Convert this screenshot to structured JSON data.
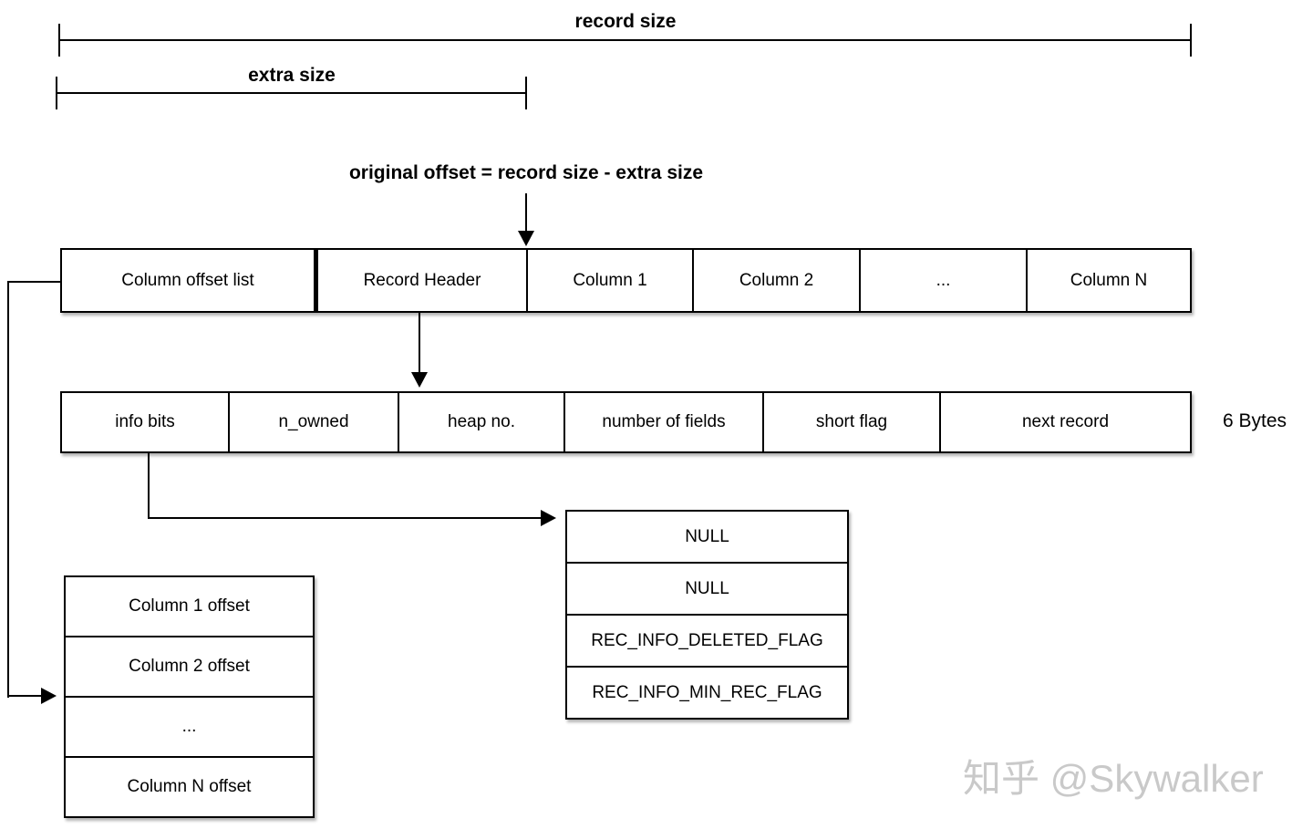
{
  "diagram": {
    "background": "#ffffff",
    "line_color": "#000000",
    "watermark_color": "#c9c9c9"
  },
  "brackets": {
    "record_size": "record size",
    "extra_size": "extra size"
  },
  "formula": "original offset = record size - extra size",
  "record_row": {
    "cells": [
      "Column offset list",
      "Record Header",
      "Column 1",
      "Column 2",
      "...",
      "Column N"
    ]
  },
  "header_row": {
    "cells": [
      "info bits",
      "n_owned",
      "heap no.",
      "number of fields",
      "short flag",
      "next record"
    ],
    "size_note": "6 Bytes"
  },
  "info_bits_values": {
    "rows": [
      "NULL",
      "NULL",
      "REC_INFO_DELETED_FLAG",
      "REC_INFO_MIN_REC_FLAG"
    ]
  },
  "offset_list": {
    "rows": [
      "Column 1 offset",
      "Column 2 offset",
      "...",
      "Column N offset"
    ]
  },
  "watermark": "知乎 @Skywalker"
}
